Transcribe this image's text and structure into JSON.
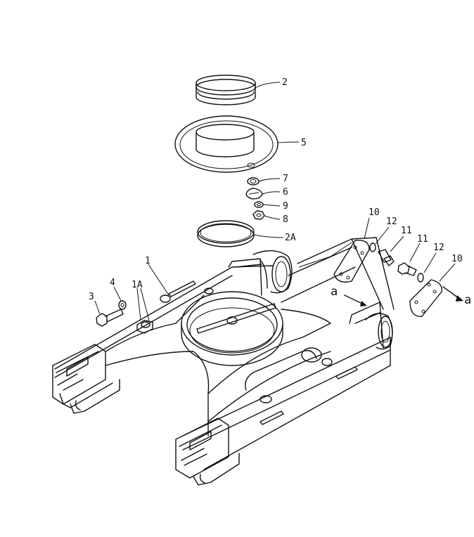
{
  "labels": {
    "p2": "2",
    "p5": "5",
    "p7": "7",
    "p6": "6",
    "p9": "9",
    "p8": "8",
    "p2a": "2A",
    "p1": "1",
    "p4": "4",
    "p3": "3",
    "p1a": "1A",
    "p10l": "10",
    "p12l": "12",
    "p11l": "11",
    "p11r": "11",
    "p12r": "12",
    "p10r": "10",
    "arrow_a_left": "a",
    "arrow_a_right": "a"
  }
}
